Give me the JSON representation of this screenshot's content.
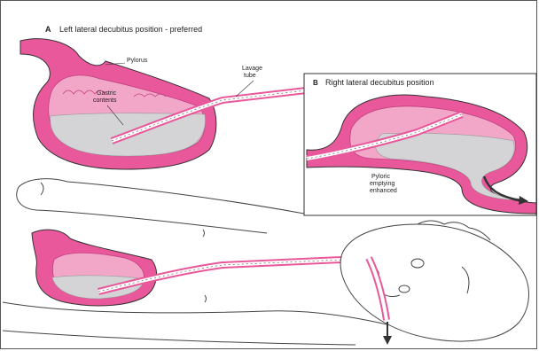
{
  "panel_a": {
    "letter": "A",
    "title": "Left lateral decubitus position - preferred",
    "labels": {
      "pylorus": "Pylorus",
      "gastric_contents_1": "Gastric",
      "gastric_contents_2": "contents",
      "lavage_tube_1": "Lavage",
      "lavage_tube_2": "tube"
    }
  },
  "panel_b": {
    "letter": "B",
    "title": "Right lateral decubitus position",
    "labels": {
      "pyloric_1": "Pyloric",
      "pyloric_2": "emptying",
      "pyloric_3": "enhanced"
    }
  },
  "colors": {
    "stomach_wall": "#e8589a",
    "stomach_inner": "#f2a6c8",
    "fluid": "#d4d4d6",
    "outline": "#333333"
  }
}
